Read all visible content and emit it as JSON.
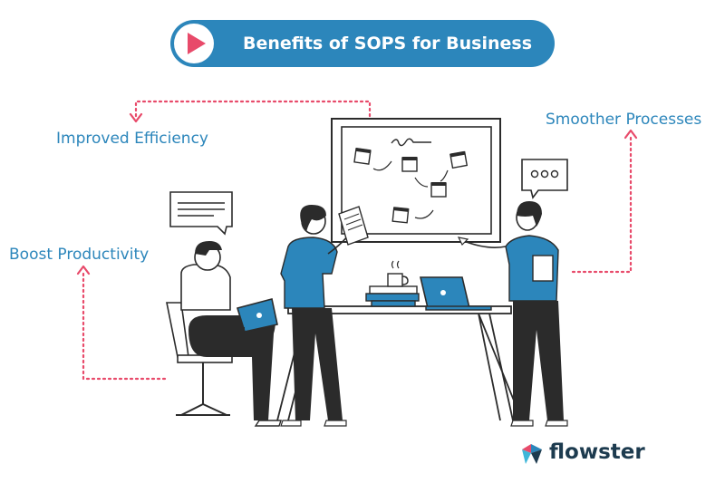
{
  "header": {
    "title": "Benefits of SOPS for Business",
    "play_icon": "play-icon"
  },
  "benefits": [
    {
      "label": "Improved Efficiency"
    },
    {
      "label": "Boost Productivity"
    },
    {
      "label": "Smoother Processes"
    }
  ],
  "brand": {
    "name": "flowster",
    "logo": "flowster-logo-icon"
  },
  "colors": {
    "primary": "#2c86bb",
    "accent": "#e84a6a",
    "figure": "#2c86bb",
    "outline": "#2b2b2b",
    "dark": "#1d3b4f"
  }
}
